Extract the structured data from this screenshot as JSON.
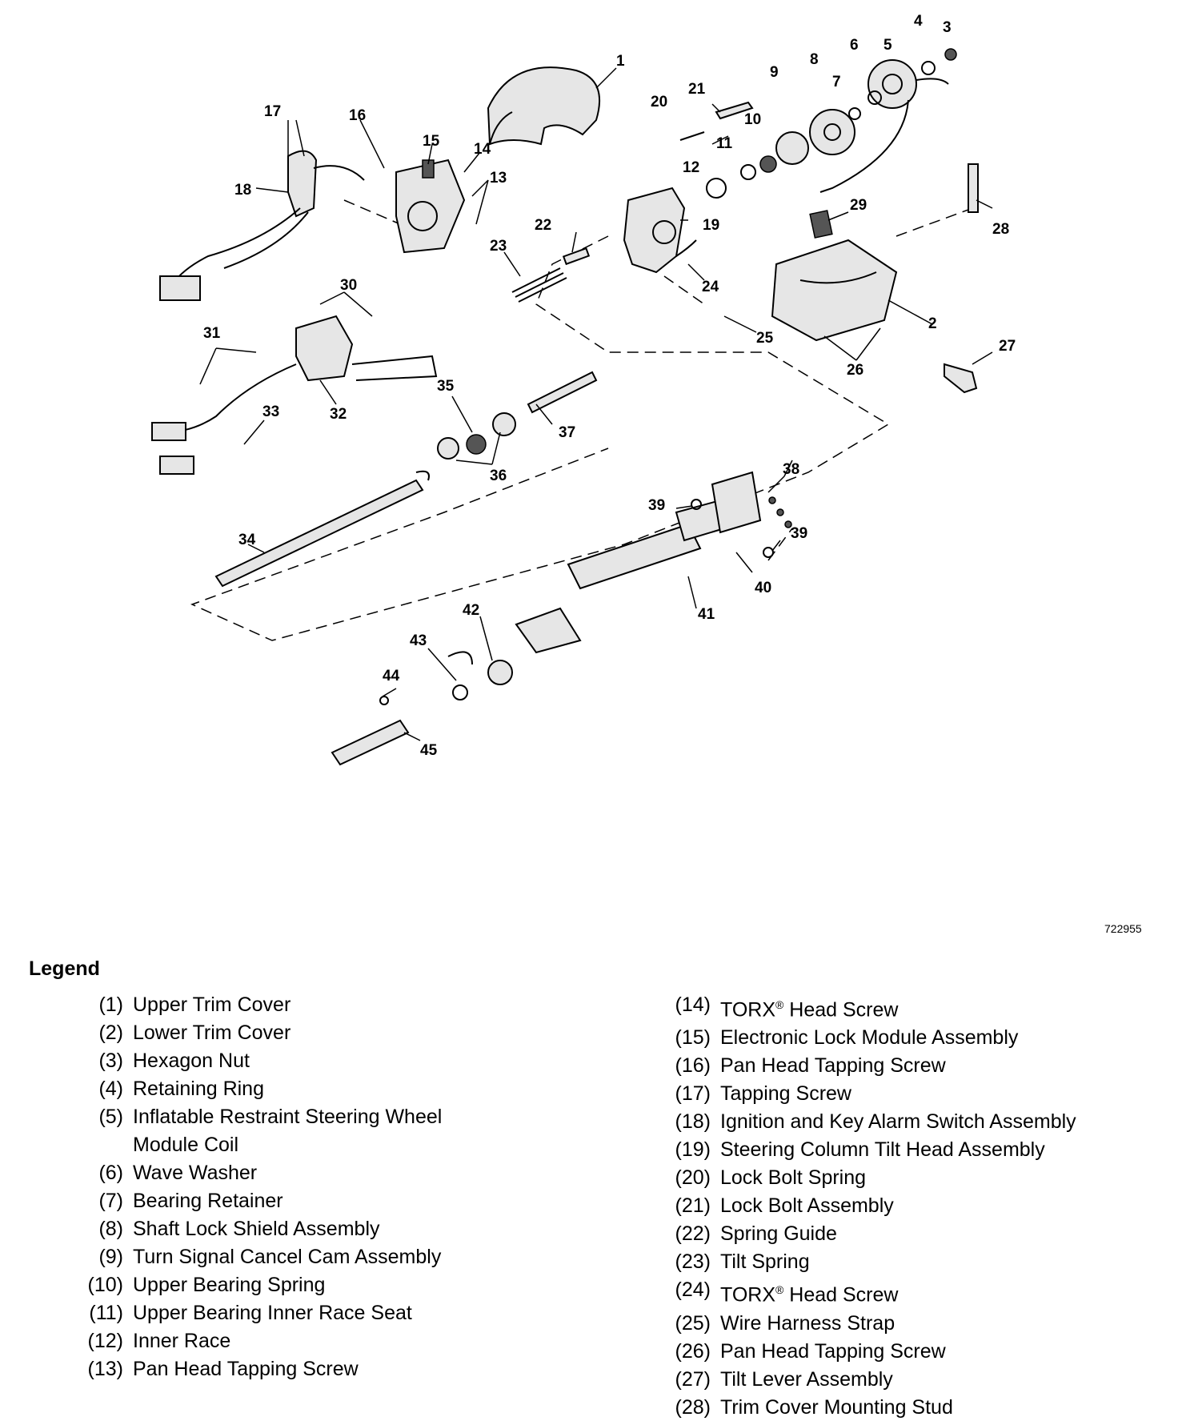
{
  "figure_id": "722955",
  "legend": {
    "title": "Legend",
    "left": [
      {
        "num": "(1)",
        "text": "Upper Trim Cover"
      },
      {
        "num": "(2)",
        "text": "Lower Trim Cover"
      },
      {
        "num": "(3)",
        "text": "Hexagon Nut"
      },
      {
        "num": "(4)",
        "text": "Retaining Ring"
      },
      {
        "num": "(5)",
        "text": "Inflatable Restraint Steering Wheel Module Coil"
      },
      {
        "num": "(6)",
        "text": "Wave Washer"
      },
      {
        "num": "(7)",
        "text": "Bearing Retainer"
      },
      {
        "num": "(8)",
        "text": "Shaft Lock Shield Assembly"
      },
      {
        "num": "(9)",
        "text": "Turn Signal Cancel Cam Assembly"
      },
      {
        "num": "(10)",
        "text": "Upper Bearing Spring"
      },
      {
        "num": "(11)",
        "text": "Upper Bearing Inner Race Seat"
      },
      {
        "num": "(12)",
        "text": "Inner Race"
      },
      {
        "num": "(13)",
        "text": "Pan Head Tapping Screw"
      }
    ],
    "right": [
      {
        "num": "(14)",
        "text": "TORX",
        "sup": "®",
        "after": " Head Screw"
      },
      {
        "num": "(15)",
        "text": "Electronic Lock Module Assembly"
      },
      {
        "num": "(16)",
        "text": "Pan Head Tapping Screw"
      },
      {
        "num": "(17)",
        "text": "Tapping Screw"
      },
      {
        "num": "(18)",
        "text": "Ignition and Key Alarm Switch Assembly"
      },
      {
        "num": "(19)",
        "text": "Steering Column Tilt Head Assembly"
      },
      {
        "num": "(20)",
        "text": "Lock Bolt Spring"
      },
      {
        "num": "(21)",
        "text": "Lock Bolt Assembly"
      },
      {
        "num": "(22)",
        "text": "Spring Guide"
      },
      {
        "num": "(23)",
        "text": "Tilt Spring"
      },
      {
        "num": "(24)",
        "text": "TORX",
        "sup": "®",
        "after": " Head Screw"
      },
      {
        "num": "(25)",
        "text": "Wire Harness Strap"
      },
      {
        "num": "(26)",
        "text": "Pan Head Tapping Screw"
      },
      {
        "num": "(27)",
        "text": "Tilt Lever Assembly"
      },
      {
        "num": "(28)",
        "text": "Trim Cover Mounting Stud"
      }
    ]
  },
  "callouts": {
    "n1": "1",
    "n2": "2",
    "n3": "3",
    "n4": "4",
    "n5": "5",
    "n6": "6",
    "n7": "7",
    "n8": "8",
    "n9": "9",
    "n10": "10",
    "n11": "11",
    "n12": "12",
    "n13": "13",
    "n14": "14",
    "n15": "15",
    "n16": "16",
    "n17": "17",
    "n18": "18",
    "n19": "19",
    "n20": "20",
    "n21": "21",
    "n22": "22",
    "n23": "23",
    "n24": "24",
    "n25": "25",
    "n26": "26",
    "n27": "27",
    "n28": "28",
    "n29": "29",
    "n30": "30",
    "n31": "31",
    "n32": "32",
    "n33": "33",
    "n34": "34",
    "n35": "35",
    "n36": "36",
    "n37": "37",
    "n38": "38",
    "n39a": "39",
    "n39b": "39",
    "n40": "40",
    "n41": "41",
    "n42": "42",
    "n43": "43",
    "n44": "44",
    "n45": "45"
  }
}
